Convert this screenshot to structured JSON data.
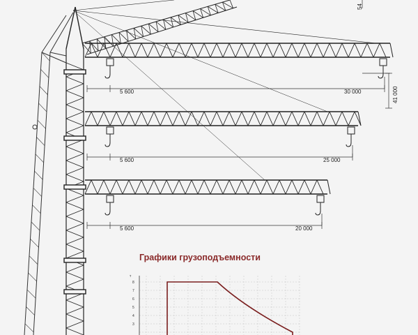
{
  "diagram": {
    "top_height_label": "54",
    "vertical_dim_label": "41 000",
    "jib_configs": [
      {
        "near_label": "5 600",
        "far_label": "30 000"
      },
      {
        "near_label": "5 600",
        "far_label": "25 000"
      },
      {
        "near_label": "5 600",
        "far_label": "20 000"
      }
    ]
  },
  "chart": {
    "title": "Графики грузоподъемности",
    "y_axis_unit": "т",
    "y_ticks": [
      "8",
      "7",
      "6",
      "5",
      "4",
      "3"
    ],
    "curve_color": "#7a1e1e"
  }
}
